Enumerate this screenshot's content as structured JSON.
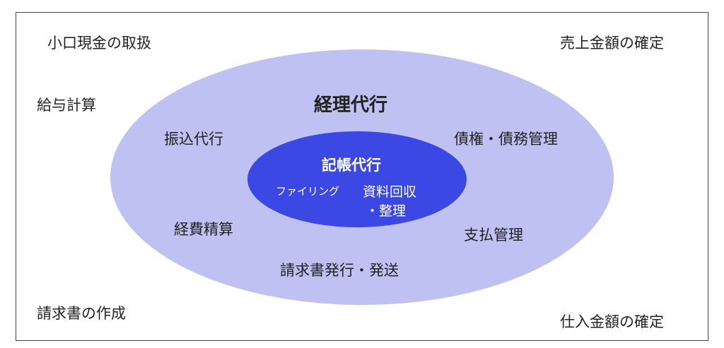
{
  "colors": {
    "outer": "#bfc1f2",
    "inner": "#3b48e4"
  },
  "corners": {
    "top_left": "小口現金の取扱",
    "top_right": "売上金額の確定",
    "left": "給与計算",
    "bottom_left": "請求書の作成",
    "bottom_right": "仕入金額の確定"
  },
  "outer": {
    "title": "経理代行",
    "items": [
      "振込代行",
      "債権・債務管理",
      "経費精算",
      "支払管理",
      "請求書発行・発送"
    ]
  },
  "inner": {
    "title": "記帳代行",
    "items": [
      "ファイリング",
      "資料回収",
      "・整理"
    ]
  }
}
